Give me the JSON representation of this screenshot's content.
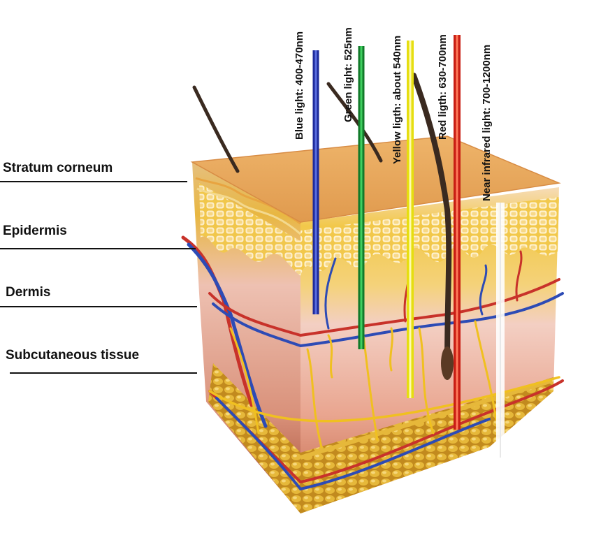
{
  "layers": [
    {
      "id": "stratum-corneum",
      "label": "Stratum corneum"
    },
    {
      "id": "epidermis",
      "label": "Epidermis"
    },
    {
      "id": "dermis",
      "label": "Dermis"
    },
    {
      "id": "subcutaneous",
      "label": "Subcutaneous tissue"
    }
  ],
  "lights": [
    {
      "id": "blue",
      "label": "Blue light: 400-470nm",
      "color": "#2a3ab8"
    },
    {
      "id": "green",
      "label": "Green light: 525nm",
      "color": "#1faa3c"
    },
    {
      "id": "yellow",
      "label": "Yellow ligth: about 540nm",
      "color": "#f2ec1a"
    },
    {
      "id": "red",
      "label": "Red ligth: 630-700nm",
      "color": "#e8321e"
    },
    {
      "id": "nir",
      "label": "Near infrared light: 700-1200nm",
      "color": "#f4f4f4"
    }
  ],
  "colors": {
    "stratum_top": "#e8a95c",
    "epidermis_yellow": "#f2c84a",
    "dermis_pink": "#e9a58f",
    "dermis_deep": "#c9735e",
    "fat_yellow": "#e6b83a",
    "vein_blue": "#2d4bb5",
    "artery_red": "#c8322a",
    "nerve_yellow": "#f0c020"
  }
}
